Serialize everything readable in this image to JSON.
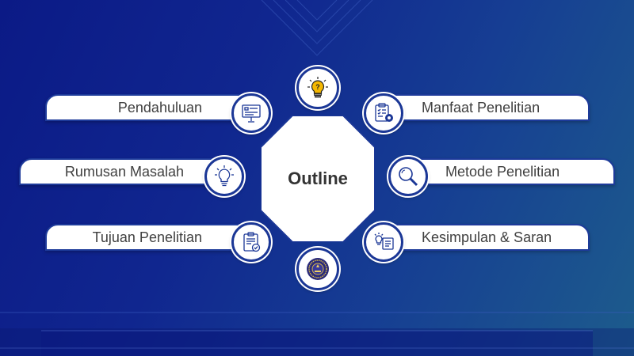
{
  "title": "Outline",
  "items_left": [
    {
      "label": "Pendahuluan",
      "icon": "presentation-board-icon"
    },
    {
      "label": "Rumusan Masalah",
      "icon": "lightbulb-icon"
    },
    {
      "label": "Tujuan Penelitian",
      "icon": "clipboard-check-icon"
    }
  ],
  "items_right": [
    {
      "label": "Manfaat Penelitian",
      "icon": "clipboard-gear-icon"
    },
    {
      "label": "Metode Penelitian",
      "icon": "magnifier-icon"
    },
    {
      "label": "Kesimpulan & Saran",
      "icon": "idea-board-icon"
    }
  ],
  "top_icon": "lightbulb-question-icon",
  "bottom_icon": "university-seal-icon",
  "colors": {
    "accent": "#1b3796",
    "text": "#404040",
    "title": "#333333",
    "bulb": "#f5b800"
  }
}
